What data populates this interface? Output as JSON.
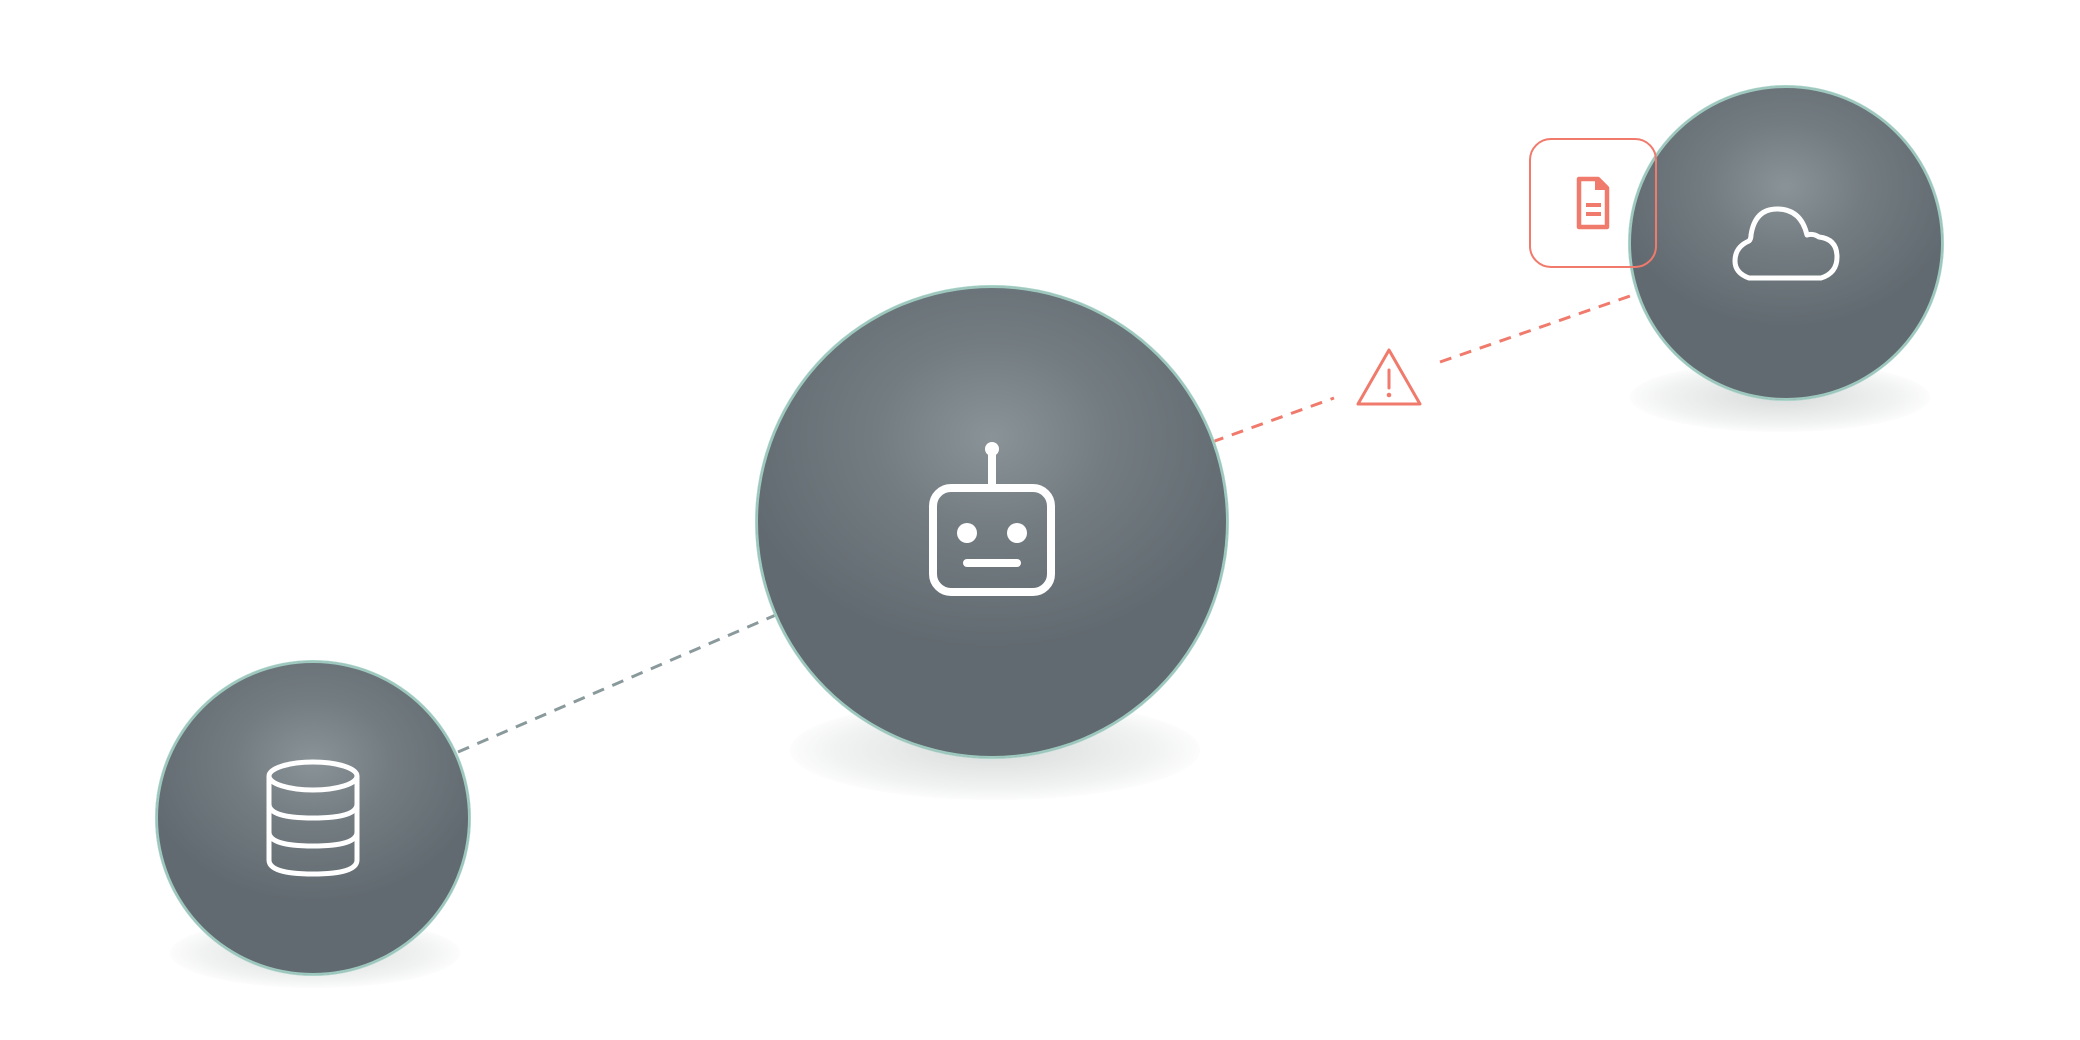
{
  "diagram": {
    "nodes": [
      {
        "id": "database",
        "icon": "database-icon"
      },
      {
        "id": "agent",
        "icon": "robot-icon"
      },
      {
        "id": "cloud",
        "icon": "cloud-icon"
      }
    ],
    "links": [
      {
        "from": "database",
        "to": "agent",
        "style": "dashed",
        "status": "normal"
      },
      {
        "from": "agent",
        "to": "cloud",
        "style": "dashed",
        "status": "warning"
      }
    ],
    "badges": [
      {
        "icon": "document-icon",
        "attached_to": "cloud"
      },
      {
        "icon": "warning-icon",
        "on_link": "agent-cloud"
      }
    ]
  },
  "colors": {
    "node_fill": "#6b747a",
    "node_outline": "#9ec9bf",
    "link_normal": "#8a9a9c",
    "link_warning": "#f07a6c",
    "icon": "#ffffff",
    "alert": "#f07a6c"
  }
}
